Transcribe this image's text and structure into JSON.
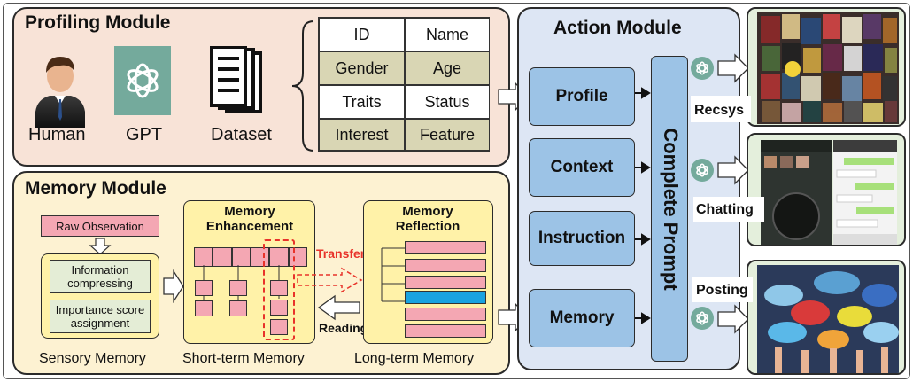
{
  "profiling": {
    "title": "Profiling Module",
    "sources": [
      "Human",
      "GPT",
      "Dataset"
    ],
    "table": [
      [
        "ID",
        "Name"
      ],
      [
        "Gender",
        "Age"
      ],
      [
        "Traits",
        "Status"
      ],
      [
        "Interest",
        "Feature"
      ]
    ]
  },
  "memory": {
    "title": "Memory Module",
    "raw_observation": "Raw Observation",
    "info_compressing": "Information compressing",
    "importance": "Importance score assignment",
    "sensory": "Sensory Memory",
    "enhancement_title": "Memory Enhancement",
    "short_term": "Short-term Memory",
    "reflection_title": "Memory Reflection",
    "long_term": "Long-term Memory",
    "transfer": "Transfer",
    "reading": "Reading"
  },
  "action": {
    "title": "Action Module",
    "buttons": [
      "Profile",
      "Context",
      "Instruction",
      "Memory"
    ],
    "complete_prompt": "Complete Prompt"
  },
  "outputs": [
    "Recsys",
    "Chatting",
    "Posting"
  ],
  "colors": {
    "profiling_bg": "#f8e3d7",
    "memory_bg": "#fdf2d2",
    "action_bg": "#dde6f4",
    "button_blue": "#9cc3e6",
    "memory_pink": "#f4a7b3",
    "highlight_blue": "#1aa3e0",
    "transfer_red": "#e8332a",
    "gpt_green": "#74aa9c"
  },
  "icons": [
    "human-icon",
    "openai-logo-icon",
    "dataset-document-icon",
    "gpt-icon",
    "right-arrow-icon",
    "brace-icon"
  ]
}
